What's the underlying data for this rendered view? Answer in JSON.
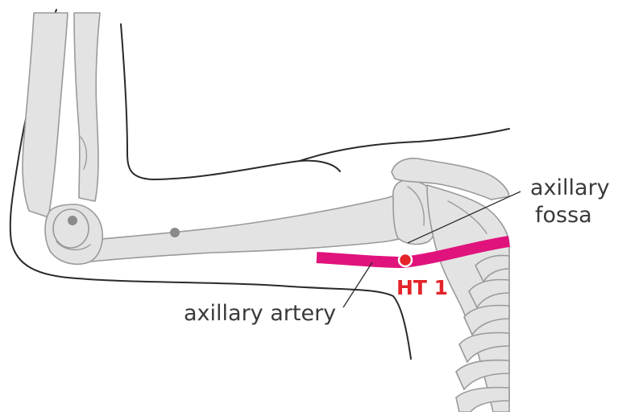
{
  "labels": {
    "axillary_fossa_line1": "axillary",
    "axillary_fossa_line2": "fossa",
    "axillary_artery": "axillary artery",
    "acupoint": "HT 1"
  },
  "colors": {
    "artery": "#e0137c",
    "acupoint": "#e4232a",
    "bone_fill": "#e3e3e3",
    "bone_stroke": "#9a9a9a",
    "outline": "#2a2a2a",
    "marker": "#8a8a8a"
  }
}
